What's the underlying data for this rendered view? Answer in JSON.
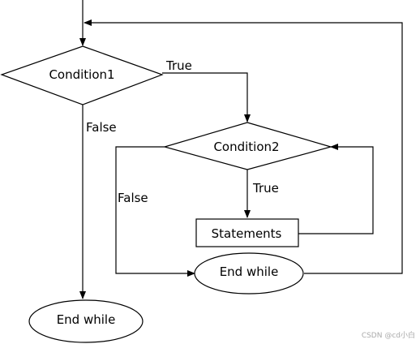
{
  "nodes": {
    "condition1": "Condition1",
    "condition2": "Condition2",
    "statements": "Statements",
    "end_while_inner": "End while",
    "end_while_outer": "End while"
  },
  "edges": {
    "c1_true": "True",
    "c1_false": "False",
    "c2_true": "True",
    "c2_false": "False"
  },
  "watermark": "CSDN @cd小白",
  "colors": {
    "stroke": "#000000",
    "background": "#ffffff",
    "watermark": "#aaaaaa"
  }
}
